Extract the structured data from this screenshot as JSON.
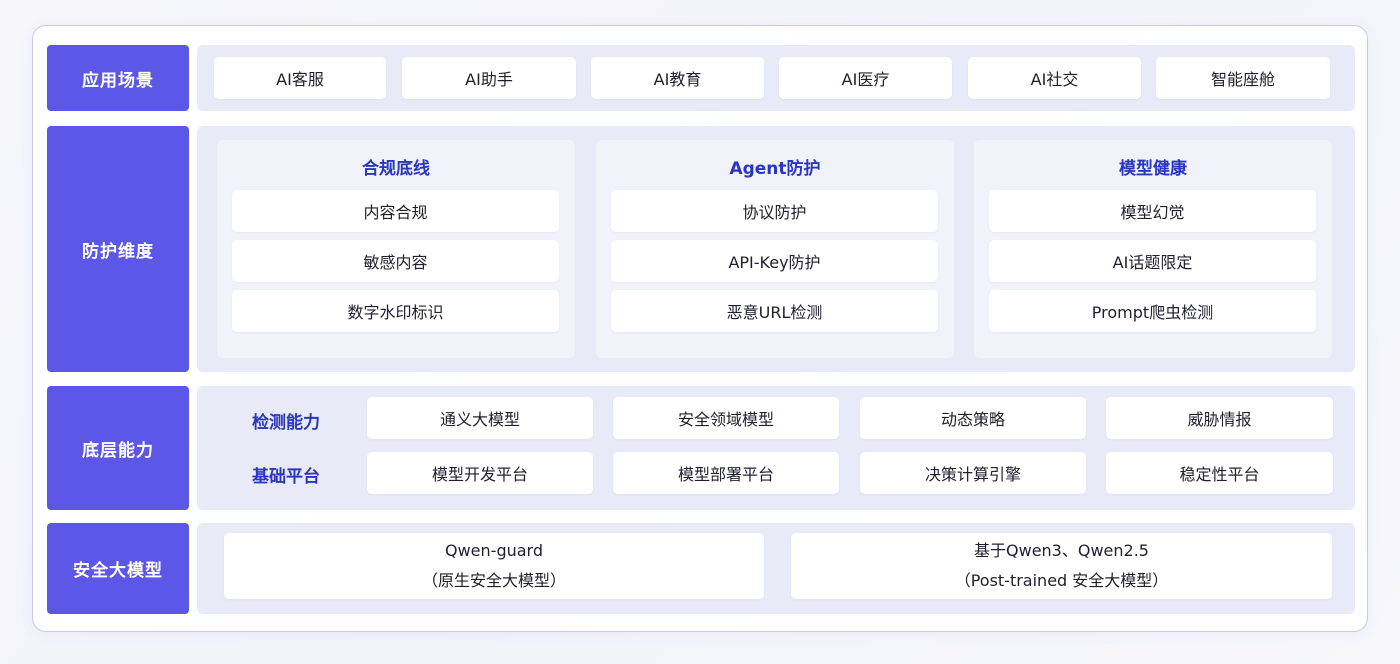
{
  "scenarios": {
    "label": "应用场景",
    "items": [
      "AI客服",
      "AI助手",
      "AI教育",
      "AI医疗",
      "AI社交",
      "智能座舱"
    ]
  },
  "protection": {
    "label": "防护维度",
    "columns": [
      {
        "title": "合规底线",
        "items": [
          "内容合规",
          "敏感内容",
          "数字水印标识"
        ]
      },
      {
        "title": "Agent防护",
        "items": [
          "协议防护",
          "API-Key防护",
          "恶意URL检测"
        ]
      },
      {
        "title": "模型健康",
        "items": [
          "模型幻觉",
          "AI话题限定",
          "Prompt爬虫检测"
        ]
      }
    ]
  },
  "capability": {
    "label": "底层能力",
    "rows": [
      {
        "title": "检测能力",
        "items": [
          "通义大模型",
          "安全领域模型",
          "动态策略",
          "威胁情报"
        ]
      },
      {
        "title": "基础平台",
        "items": [
          "模型开发平台",
          "模型部署平台",
          "决策计算引擎",
          "稳定性平台"
        ]
      }
    ]
  },
  "models": {
    "label": "安全大模型",
    "items": [
      {
        "line1": "Qwen-guard",
        "line2": "（原生安全大模型）"
      },
      {
        "line1": "基于Qwen3、Qwen2.5",
        "line2": "（Post-trained 安全大模型）"
      }
    ]
  },
  "colors": {
    "label_bg": "#5d57e8",
    "panel_bg": "#e9eaf7",
    "title_text": "#2a36c0"
  }
}
